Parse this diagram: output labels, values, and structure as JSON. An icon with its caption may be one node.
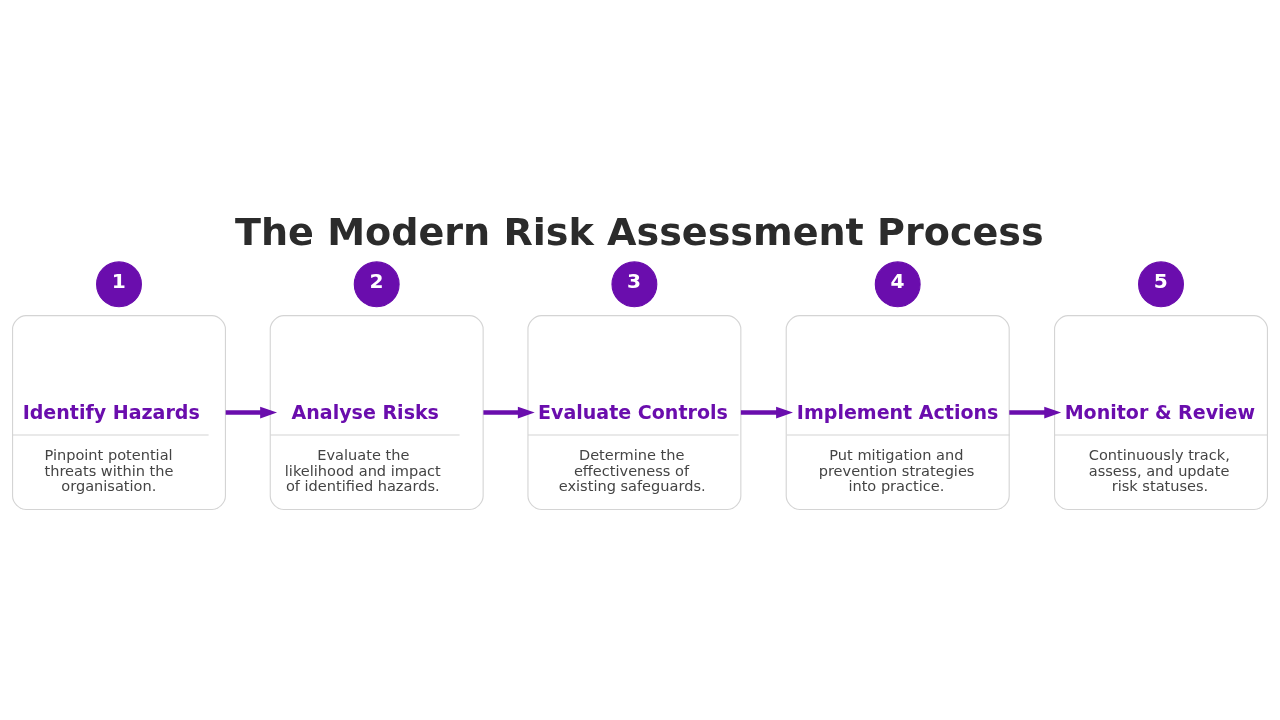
{
  "diagram": {
    "title": "The Modern Risk Assessment Process",
    "nodes": [
      {
        "text": [
          "1"
        ]
      },
      {
        "text": [
          "Identify Hazards",
          "Pinpoint potential threats within the organisation."
        ]
      },
      {
        "text": [
          "2"
        ]
      },
      {
        "text": [
          "Analyse Risks",
          "Evaluate the likelihood and impact of identified hazards."
        ]
      },
      {
        "text": [
          "3"
        ]
      },
      {
        "text": [
          "Evaluate Controls",
          "Determine the effectiveness of existing safeguards."
        ]
      },
      {
        "text": [
          "4"
        ]
      },
      {
        "text": [
          "Implement Actions",
          "Put mitigation and prevention strategies into practice."
        ]
      },
      {
        "text": [
          "5"
        ]
      },
      {
        "text": [
          "Monitor & Review",
          "Continuously track, assess, and update risk statuses."
        ]
      }
    ],
    "edges": [
      {
        "from": 1,
        "to": 3,
        "arrow": "to"
      },
      {
        "from": 3,
        "to": 5,
        "arrow": "to"
      },
      {
        "from": 5,
        "to": 7,
        "arrow": "to"
      },
      {
        "from": 7,
        "to": 9,
        "arrow": "to"
      }
    ]
  }
}
